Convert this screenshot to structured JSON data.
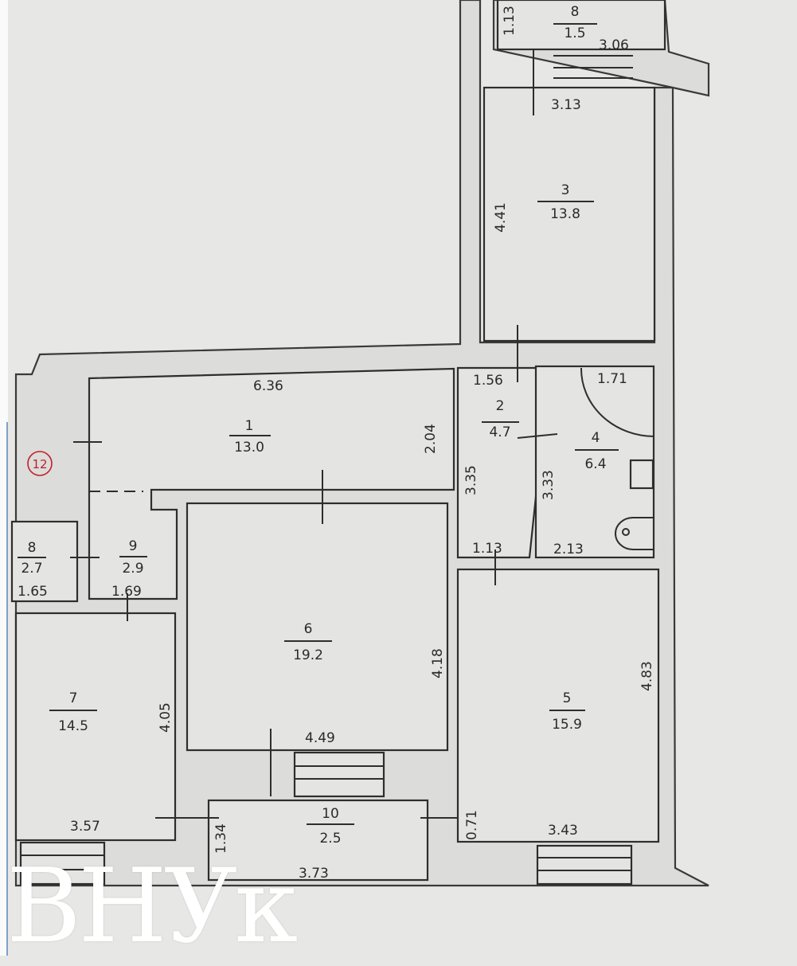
{
  "rooms": [
    {
      "number": "1",
      "area": "13.0"
    },
    {
      "number": "2",
      "area": "4.7"
    },
    {
      "number": "3",
      "area": "13.8"
    },
    {
      "number": "4",
      "area": "6.4"
    },
    {
      "number": "5",
      "area": "15.9"
    },
    {
      "number": "6",
      "area": "19.2"
    },
    {
      "number": "7",
      "area": "14.5"
    },
    {
      "number": "8",
      "area": "2.7"
    },
    {
      "number": "9",
      "area": "2.9"
    },
    {
      "number": "10",
      "area": "2.5"
    },
    {
      "number": "8",
      "area": "1.5"
    }
  ],
  "dimensions": [
    "1.13",
    "3.06",
    "3.13",
    "4.41",
    "6.36",
    "2.04",
    "1.56",
    "1.71",
    "3.35",
    "3.33",
    "1.13",
    "2.13",
    "1.65",
    "1.69",
    "4.18",
    "4.49",
    "4.05",
    "3.57",
    "1.34",
    "3.73",
    "0.71",
    "3.43",
    "4.83"
  ],
  "apartment_marker": "12",
  "watermark": "ВНУк"
}
